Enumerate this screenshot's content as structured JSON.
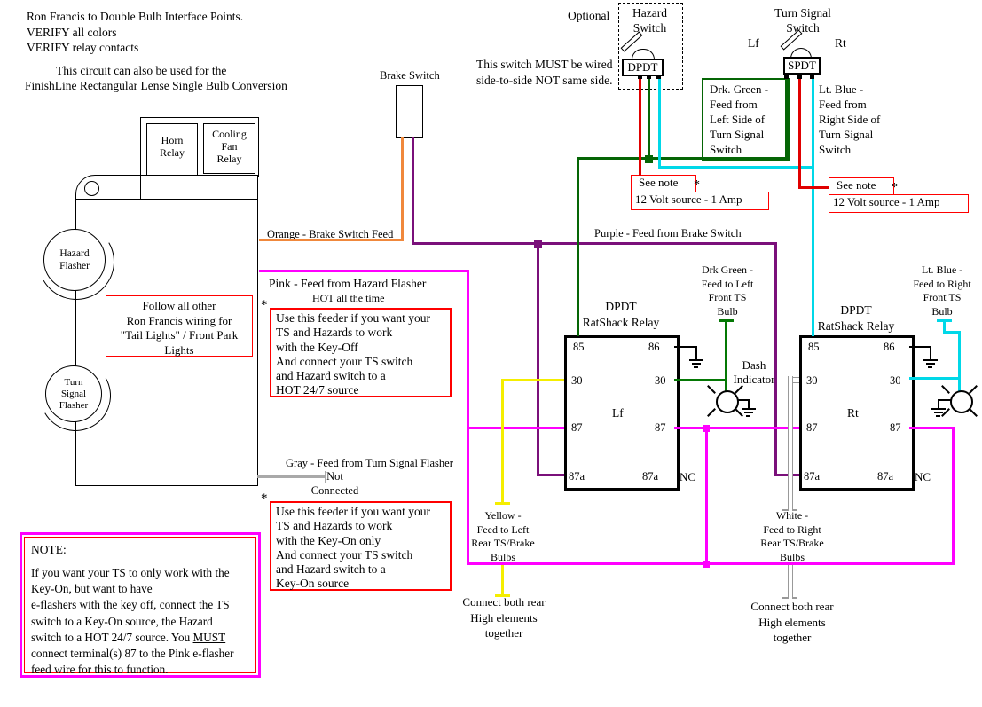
{
  "colors": {
    "red": "#e00000",
    "box_red": "#ff0000",
    "green": "#047804",
    "dark_green": "#056505",
    "cyan": "#00d8e8",
    "orange": "#f0883c",
    "pink": "#ff00ff",
    "purple": "#7a107a",
    "yellow": "#f5ee00",
    "gray": "#a9a9a9"
  },
  "header": {
    "line1": "Ron Francis to Double Bulb Interface Points.\nVERIFY all colors\nVERIFY relay contacts",
    "line2": "This circuit can also be used for the",
    "line3": "FinishLine Rectangular Lense Single Bulb Conversion"
  },
  "hazard_switch": {
    "optional": "Optional",
    "title": "Hazard\nSwitch",
    "type": "DPDT",
    "warning": "This switch MUST be wired\nside-to-side NOT same side."
  },
  "turn_switch": {
    "title": "Turn Signal\nSwitch",
    "type": "SPDT",
    "left": "Lf",
    "right": "Rt",
    "left_feed": "Drk. Green -\nFeed from\nLeft Side of\nTurn Signal\nSwitch",
    "right_feed": "Lt. Blue -\nFeed from\nRight Side of\nTurn Signal\nSwitch"
  },
  "see_note": {
    "label": "See note",
    "asterisk": "*",
    "source": "12 Volt source - 1 Amp"
  },
  "brake_switch": {
    "label": "Brake Switch"
  },
  "panel": {
    "horn_relay": "Horn\nRelay",
    "cooling_relay": "Cooling\nFan\nRelay",
    "hazard_flasher": "Hazard\nFlasher",
    "ts_flasher": "Turn\nSignal\nFlasher",
    "follow_note": "Follow all other\nRon Francis wiring for\n\"Tail Lights\" / Front Park\nLights"
  },
  "feeds": {
    "orange": "Orange - Brake Switch Feed",
    "purple": "Purple - Feed from Brake Switch",
    "pink": "Pink - Feed from Hazard Flasher",
    "pink2": "HOT all the time",
    "gray": "Gray - Feed from Turn Signal Flasher",
    "gray2": "Not\nConnected",
    "yellow": "Yellow -\nFeed to Left\nRear TS/Brake\nBulbs",
    "white": "White -\nFeed to Right\nRear TS/Brake\nBulbs",
    "drk_green_bulb": "Drk Green -\nFeed to Left\nFront TS\nBulb",
    "lt_blue_bulb": "Lt. Blue -\nFeed to Right\nFront TS\nBulb"
  },
  "feeder_boxes": {
    "asterisk": "*",
    "key_off": "Use this feeder if you want your\nTS and Hazards to work\nwith the Key-Off\nAnd connect your TS switch\nand Hazard switch to a\nHOT 24/7 source",
    "key_on": "Use this feeder if you want your\nTS and Hazards to work\nwith the Key-On only\nAnd connect your TS switch\nand Hazard switch to a\nKey-On source"
  },
  "relay": {
    "title": "DPDT\nRatShack Relay",
    "t85": "85",
    "t86": "86",
    "t30": "30",
    "t87": "87",
    "t87a": "87a",
    "nc": "NC",
    "left_name": "Lf",
    "right_name": "Rt"
  },
  "dash_indicator": "Dash\nIndicator",
  "connect_note": "Connect both rear\nHigh elements\ntogether",
  "note_box": {
    "title": "NOTE:",
    "body_pre": "If you want your TS to only work with the\nKey-On, but want to have\ne-flashers with the key off, connect the TS\nswitch to a Key-On source, the Hazard\nswitch to a HOT 24/7 source. You ",
    "must": "MUST",
    "body_post": "\nconnect terminal(s) 87 to the Pink e-flasher\nfeed wire for this to function."
  }
}
